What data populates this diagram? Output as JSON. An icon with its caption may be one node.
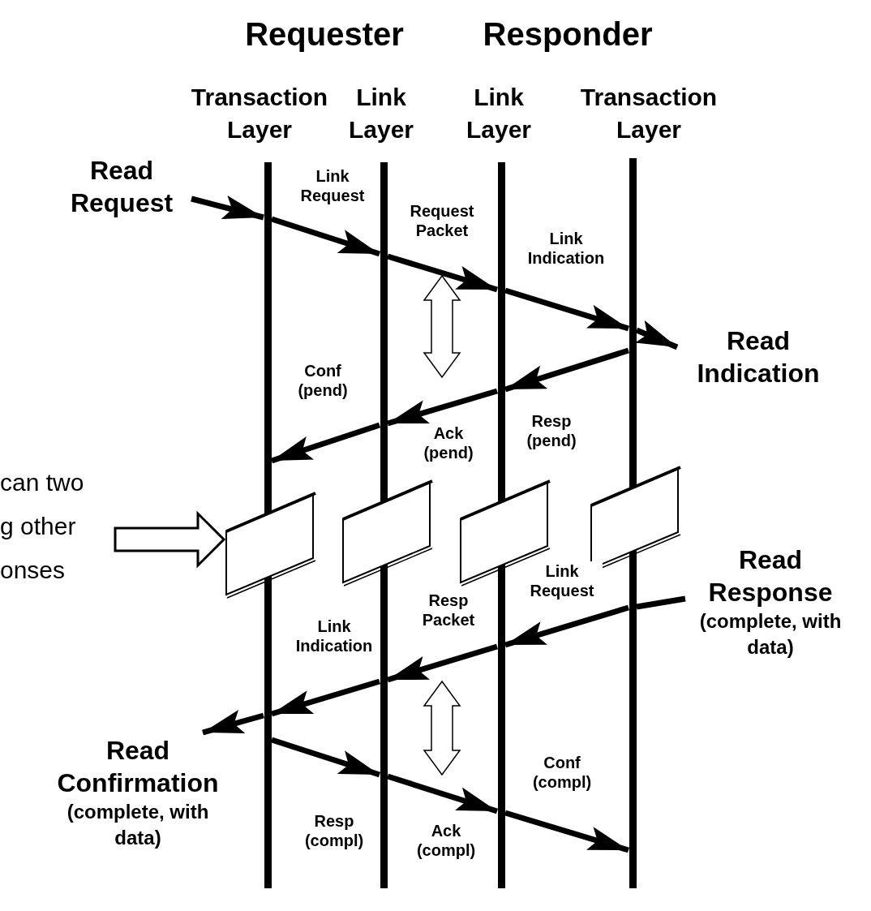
{
  "diagram": {
    "nodes": [
      {
        "text": [],
        "shape": "bar",
        "beside": [
          "Transaction Layer"
        ]
      },
      {
        "text": [],
        "shape": "bar",
        "beside": [
          "Link Layer"
        ]
      },
      {
        "text": [],
        "shape": "bar",
        "beside": [
          "Link Layer"
        ]
      },
      {
        "text": [],
        "shape": "bar",
        "beside": [
          "Transaction Layer"
        ]
      },
      {
        "text": [
          "Read Request"
        ]
      },
      {
        "text": [
          "Read Indication"
        ]
      },
      {
        "text": [
          "can two g other onses"
        ]
      },
      {
        "text": [],
        "shape": "box"
      },
      {
        "text": [],
        "shape": "box"
      },
      {
        "text": [],
        "shape": "box"
      },
      {
        "text": [],
        "shape": "box"
      },
      {
        "text": [
          "Read Response",
          "(complete, with data)"
        ]
      },
      {
        "text": [
          "Read Confirmation",
          "(complete, with data)"
        ]
      }
    ],
    "edges": [
      {
        "from": 4,
        "to": 0,
        "arrow": "to"
      },
      {
        "from": 0,
        "to": 1,
        "arrow": "to",
        "label": "Link Request"
      },
      {
        "from": 1,
        "to": 2,
        "arrow": "to",
        "label": "Request Packet"
      },
      {
        "from": 2,
        "to": 3,
        "arrow": "to",
        "label": "Link Indication"
      },
      {
        "from": 3,
        "to": 5,
        "arrow": "to"
      },
      {
        "from": 3,
        "to": 2,
        "arrow": "to",
        "label": "Resp (pend)"
      },
      {
        "from": 2,
        "to": 1,
        "arrow": "to",
        "label": "Ack (pend)"
      },
      {
        "from": 1,
        "to": 0,
        "arrow": "to",
        "label": "Conf (pend)"
      },
      {
        "from": 6,
        "to": 7,
        "arrow": "to"
      },
      {
        "from": 11,
        "to": 3,
        "arrow": "none"
      },
      {
        "from": 3,
        "to": 2,
        "arrow": "to",
        "label": "Link Request"
      },
      {
        "from": 2,
        "to": 1,
        "arrow": "to",
        "label": "Resp Packet"
      },
      {
        "from": 1,
        "to": 0,
        "arrow": "to",
        "label": "Link Indication"
      },
      {
        "from": 0,
        "to": 12,
        "arrow": "to"
      },
      {
        "from": 0,
        "to": 1,
        "arrow": "to",
        "label": "Resp (compl)"
      },
      {
        "from": 1,
        "to": 2,
        "arrow": "to",
        "label": "Ack (compl)"
      },
      {
        "from": 2,
        "to": 3,
        "arrow": "to",
        "label": "Conf (compl)"
      }
    ],
    "labels": [
      "Requester",
      "Responder"
    ]
  }
}
